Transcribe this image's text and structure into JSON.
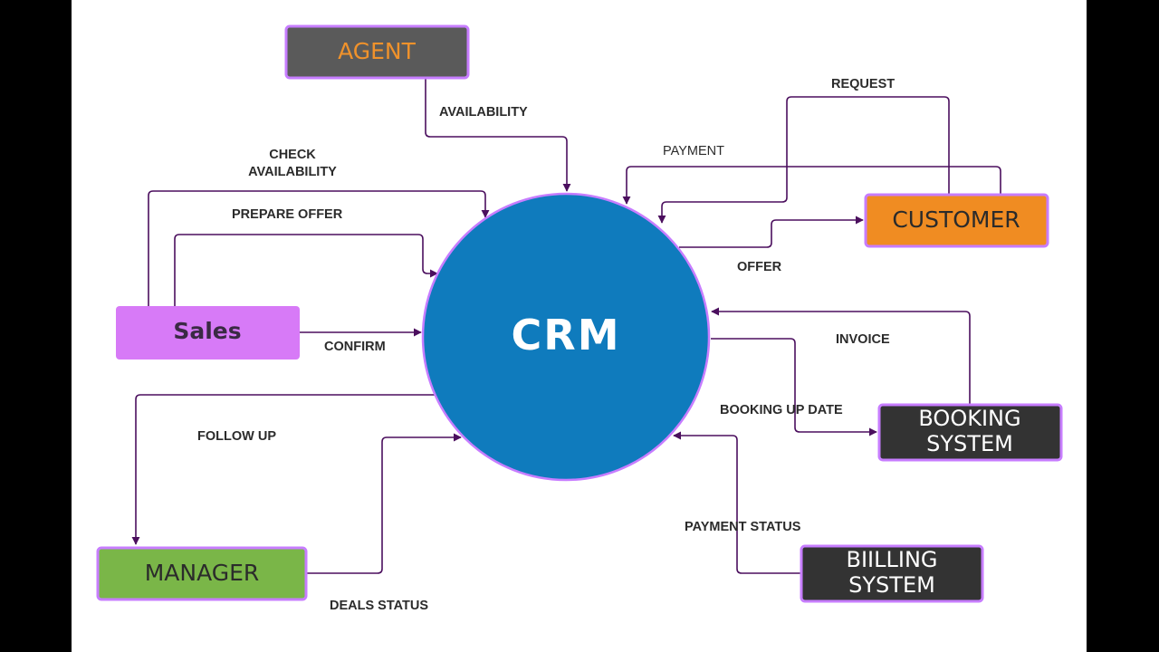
{
  "diagram": {
    "type": "context-diagram",
    "center": {
      "id": "crm",
      "label": "CRM",
      "fill": "#0f7bbd",
      "border": "#c77dff",
      "text_color": "#ffffff"
    },
    "nodes": [
      {
        "id": "agent",
        "label": "AGENT",
        "fill": "#5a5a5a",
        "text_color": "#f0922b",
        "border": "#c77dff"
      },
      {
        "id": "customer",
        "label": "CUSTOMER",
        "fill": "#f08c22",
        "text_color": "#2b2b2b",
        "border": "#c77dff"
      },
      {
        "id": "sales",
        "label": "Sales",
        "fill": "#d77af7",
        "text_color": "#3a2a44",
        "border": "#d77af7"
      },
      {
        "id": "booking",
        "label_lines": [
          "BOOKING",
          "SYSTEM"
        ],
        "fill": "#333333",
        "text_color": "#ffffff",
        "border": "#c77dff"
      },
      {
        "id": "manager",
        "label": "MANAGER",
        "fill": "#7ab648",
        "text_color": "#2b2b2b",
        "border": "#c77dff"
      },
      {
        "id": "billing",
        "label_lines": [
          "BIILLING",
          "SYSTEM"
        ],
        "fill": "#333333",
        "text_color": "#ffffff",
        "border": "#c77dff"
      }
    ],
    "edges": [
      {
        "id": "availability",
        "from": "agent",
        "to": "crm",
        "label": "AVAILABILITY"
      },
      {
        "id": "check-availability",
        "from": "sales",
        "to": "crm",
        "label_lines": [
          "CHECK",
          "AVAILABILITY"
        ]
      },
      {
        "id": "prepare-offer",
        "from": "sales",
        "to": "crm",
        "label": "PREPARE OFFER"
      },
      {
        "id": "confirm",
        "from": "sales",
        "to": "crm",
        "label": "CONFIRM"
      },
      {
        "id": "request",
        "from": "customer",
        "to": "crm",
        "label": "REQUEST"
      },
      {
        "id": "payment",
        "from": "customer",
        "to": "crm",
        "label": "PAYMENT"
      },
      {
        "id": "offer",
        "from": "crm",
        "to": "customer",
        "label": "OFFER"
      },
      {
        "id": "invoice",
        "from": "booking",
        "to": "crm",
        "label": "INVOICE"
      },
      {
        "id": "booking-up-date",
        "from": "crm",
        "to": "booking",
        "label": "BOOKING UP DATE"
      },
      {
        "id": "follow-up",
        "from": "crm",
        "to": "manager",
        "label": "FOLLOW UP"
      },
      {
        "id": "deals-status",
        "from": "manager",
        "to": "crm",
        "label": "DEALS STATUS"
      },
      {
        "id": "payment-status",
        "from": "billing",
        "to": "crm",
        "label": "PAYMENT STATUS"
      }
    ],
    "edge_color": "#4b0f5e"
  }
}
